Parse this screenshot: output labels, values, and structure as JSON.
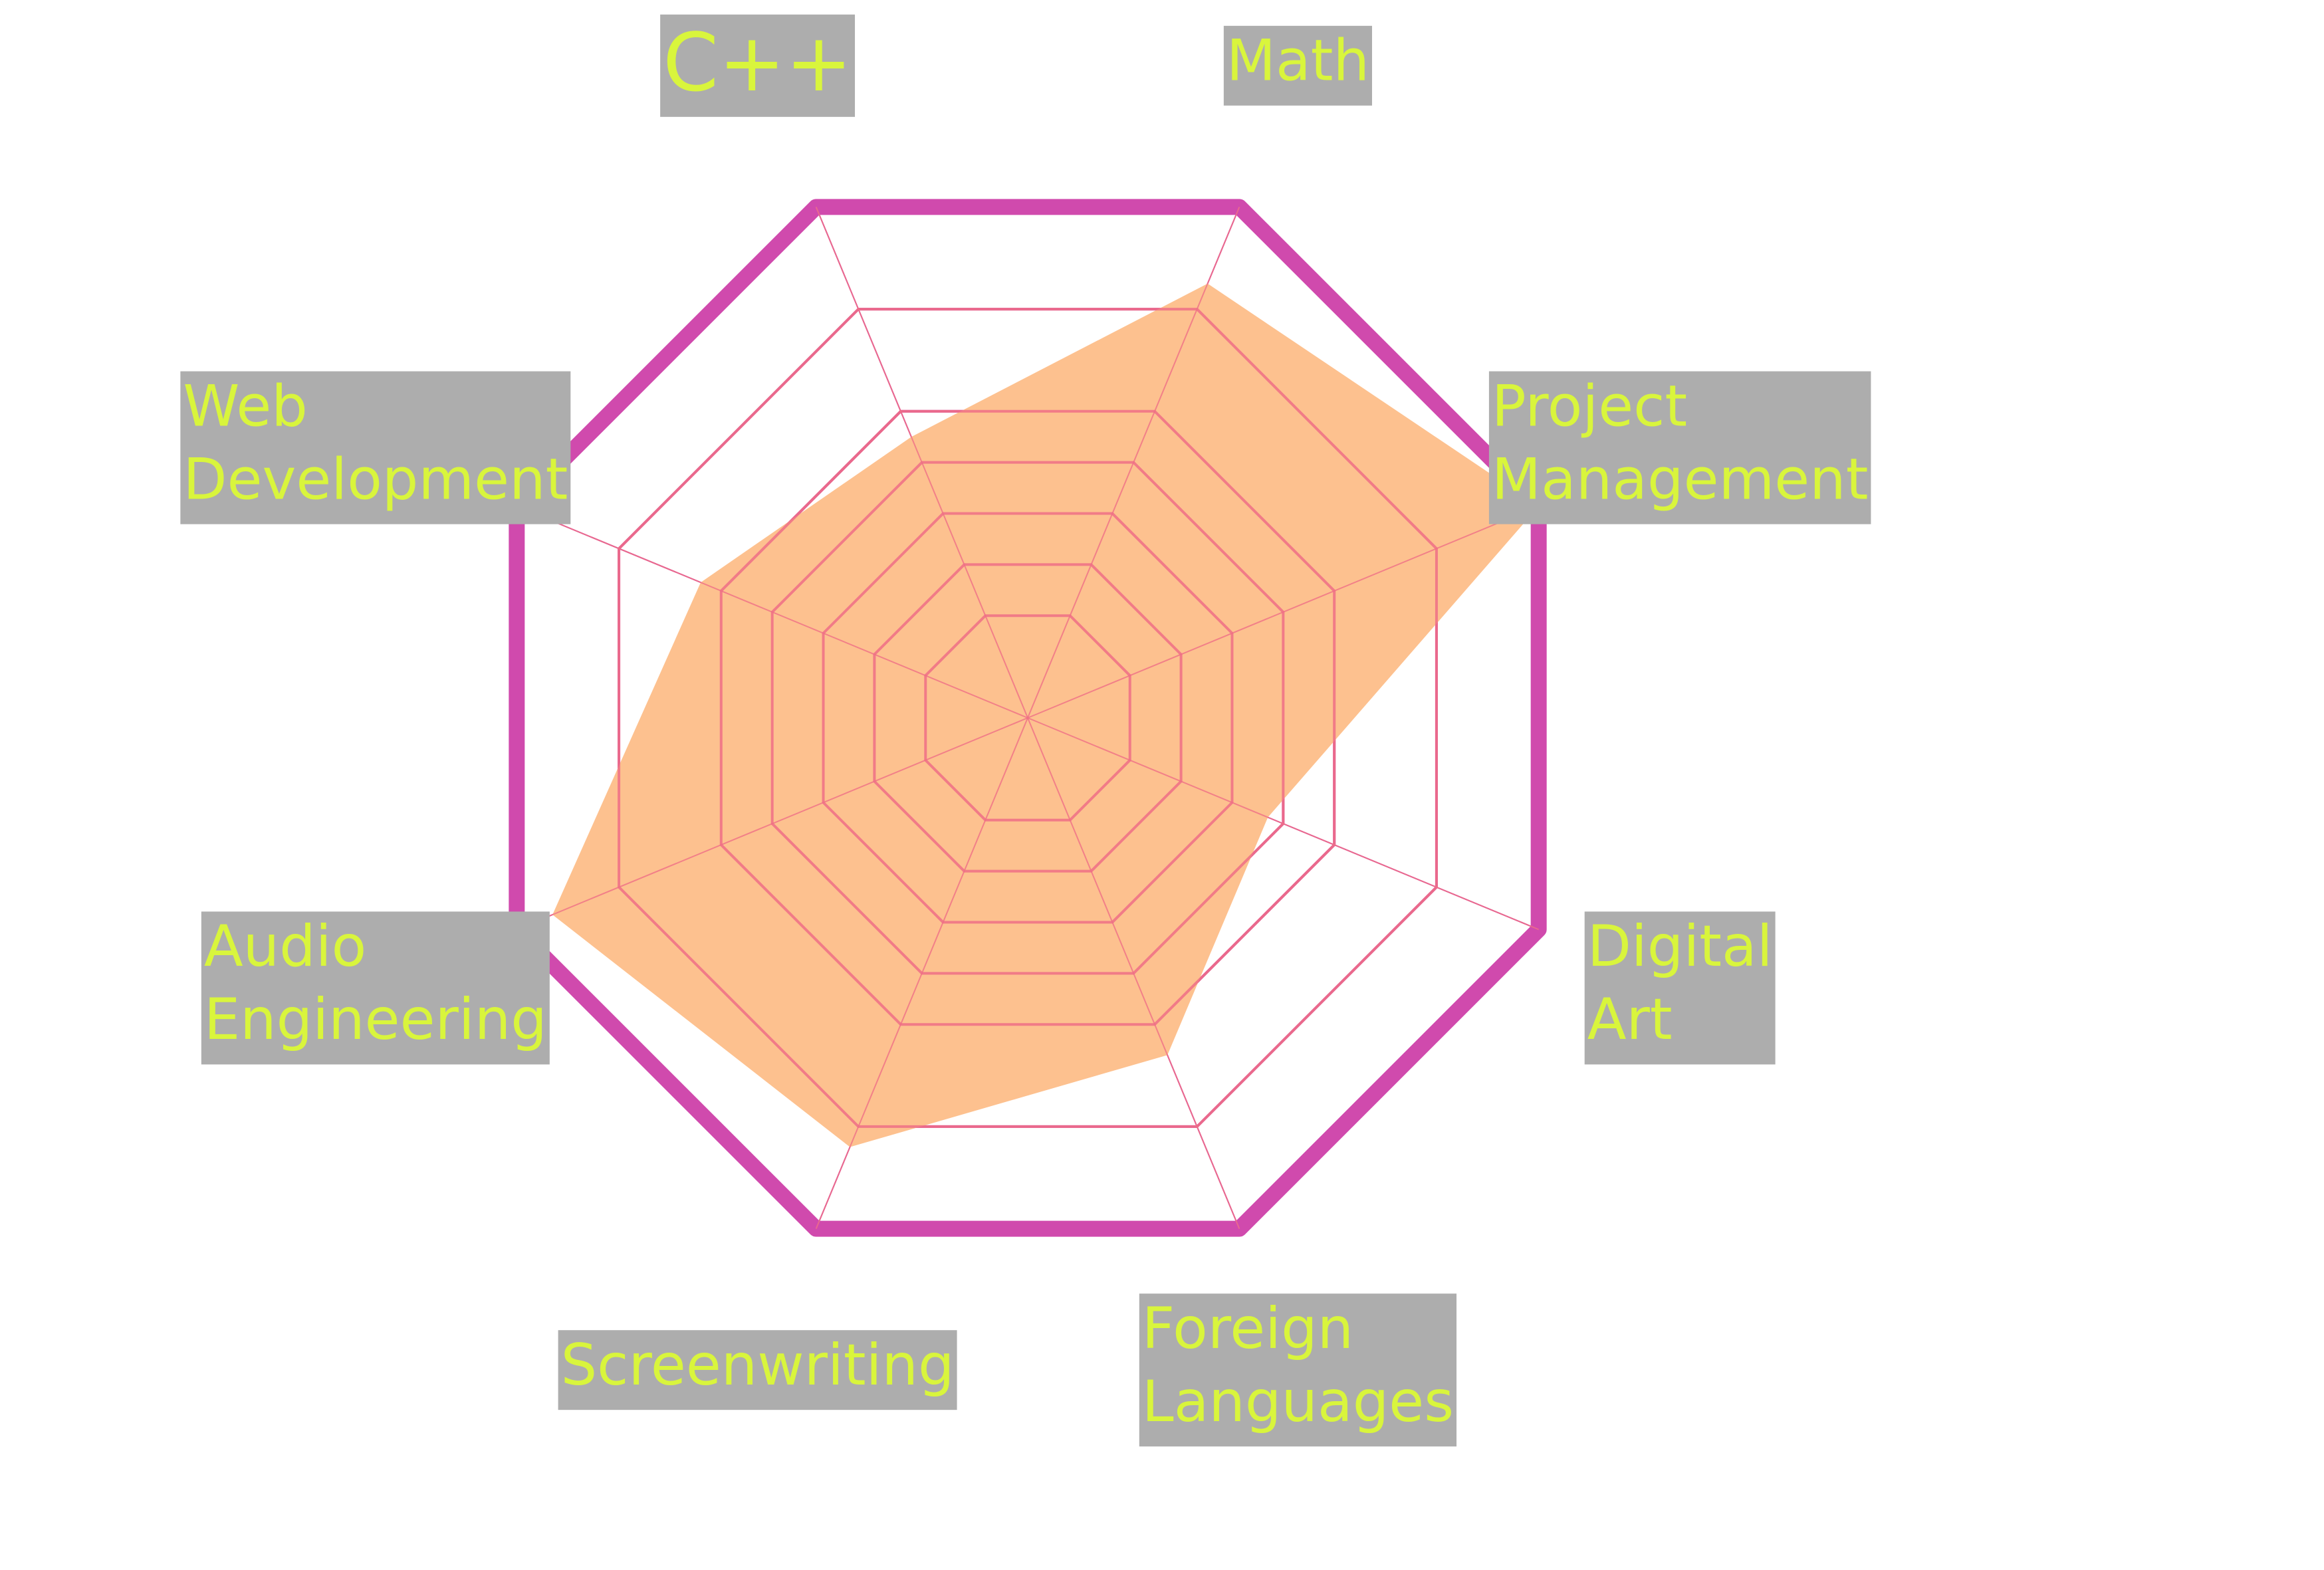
{
  "chart_data": {
    "type": "radar",
    "title": "C++",
    "categories": [
      "Math",
      "Project Management",
      "Digital Art",
      "Foreign Languages",
      "Screenwriting",
      "Audio Engineering",
      "Web Development",
      "C++"
    ],
    "series": [
      {
        "values": [
          8.5,
          10.0,
          4.7,
          6.6,
          8.4,
          9.3,
          6.4,
          5.5
        ]
      }
    ],
    "rlim": [
      0,
      10
    ],
    "rings": [
      2,
      3,
      4,
      5,
      6,
      8
    ],
    "grid": true,
    "colors": {
      "fill": "#fdc18f",
      "inner_grid": "#ef6f86",
      "outer_grid": "#d04aad",
      "frame": "#d04aad",
      "label_text": "#d9f53c",
      "label_bg": "#adadad"
    }
  }
}
